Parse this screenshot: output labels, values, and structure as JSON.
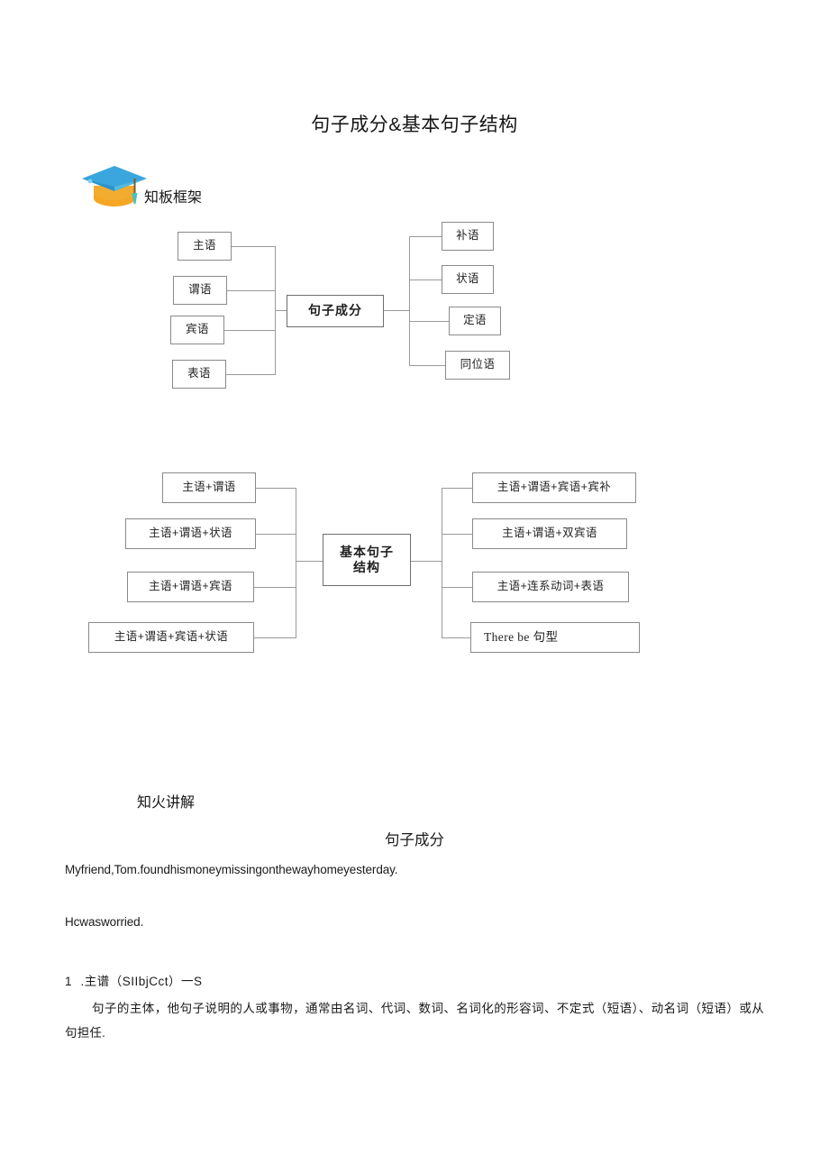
{
  "document": {
    "title": "句子成分&基本句子结构"
  },
  "framework_section": {
    "icon": "graduation-cap-icon",
    "label": "知板框架",
    "icon_colors": {
      "top": "#3aa6dd",
      "base": "#f5a623"
    }
  },
  "diagram_one": {
    "center": "句子成分",
    "left_branch": [
      "主语",
      "谓语",
      "宾语",
      "表语"
    ],
    "right_branch": [
      "补语",
      "状语",
      "定语",
      "同位语"
    ]
  },
  "diagram_two": {
    "center_line1": "基本句子",
    "center_line2": "结构",
    "left_branch": [
      "主语+谓语",
      "主语+谓语+状语",
      "主语+谓语+宾语",
      "主语+谓语+宾语+状语"
    ],
    "right_branch": [
      "主语+谓语+宾语+宾补",
      "主语+谓语+双宾语",
      "主语+连系动词+表语",
      "There be 句型"
    ]
  },
  "lecture_section": {
    "label": "知火讲解",
    "heading": "句子成分",
    "example_1": "Myfriend,Tom.foundhismoneymissingonthewayhomeyesterday.",
    "example_2": "Hcwasworried.",
    "item_1_number": "1",
    "item_1_text": ".主谱（SIIbjCct）一S",
    "item_1_body": "句子的主体，他句子说明的人或事物，通常由名词、代词、数词、名词化的形容词、不定式（短语）、动名词（短语）或从句担任."
  }
}
